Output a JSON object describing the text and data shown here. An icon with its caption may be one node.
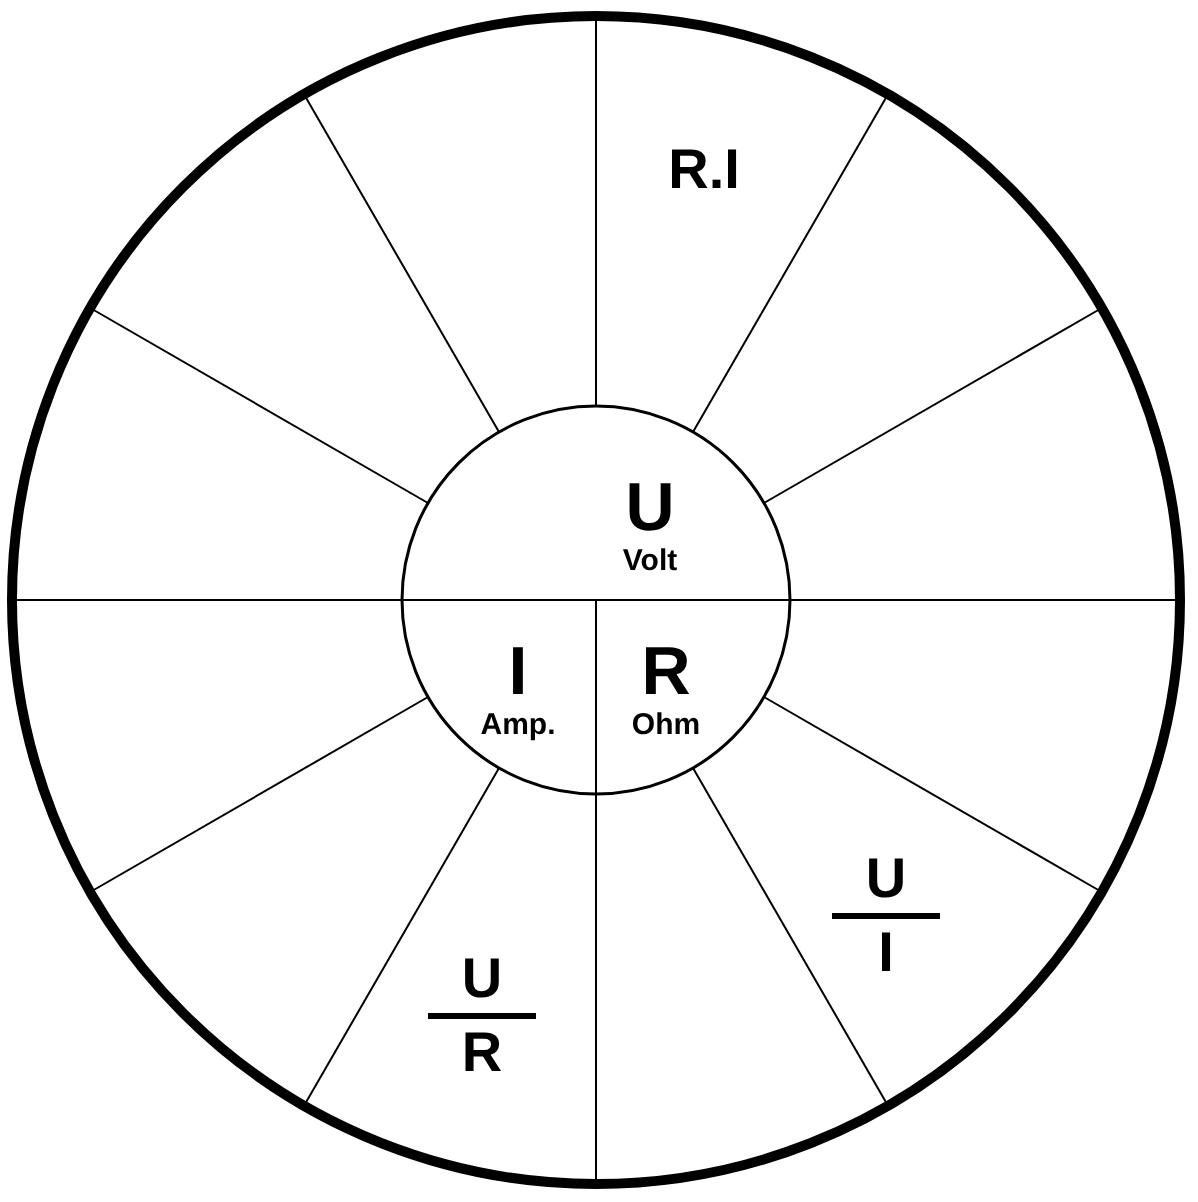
{
  "diagram": {
    "nodes": [
      {
        "text": [],
        "shape": "circle"
      },
      {
        "text": [],
        "shape": "circle",
        "in": 0
      },
      {
        "text": [
          "U",
          "Volt"
        ],
        "in": 1
      },
      {
        "text": [
          "I",
          "Amp."
        ],
        "in": 1
      },
      {
        "text": [
          "R",
          "Ohm"
        ],
        "in": 1
      },
      {
        "text": [
          "R.I"
        ],
        "in": 0
      },
      {
        "text": [
          "U",
          "I"
        ],
        "in": 0
      },
      {
        "text": [
          "U",
          "R"
        ],
        "in": 0
      }
    ]
  }
}
